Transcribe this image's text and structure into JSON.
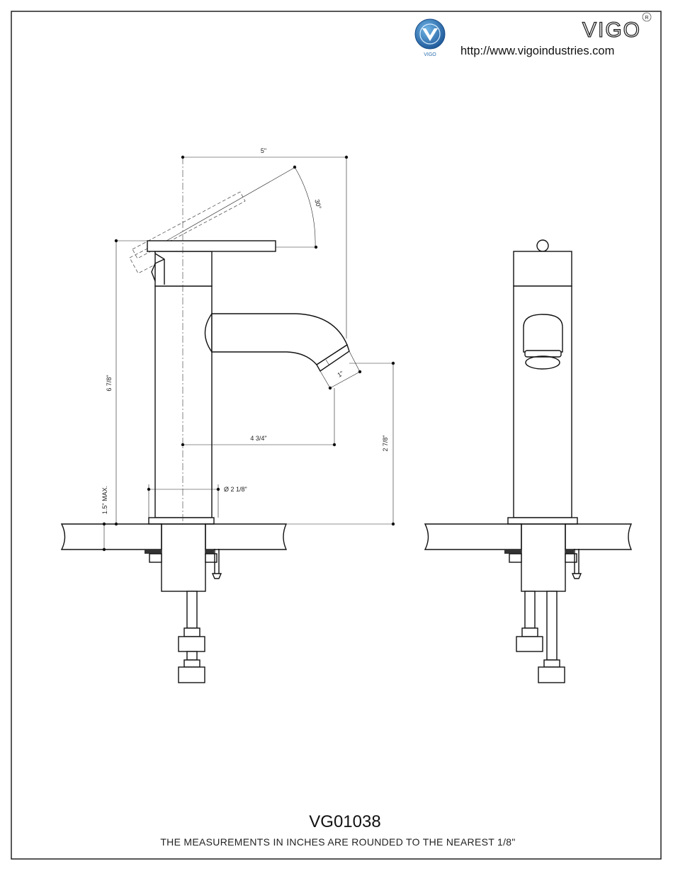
{
  "header": {
    "logo_caption": "VIGO",
    "brand": "VIGO",
    "registered_mark": "R",
    "url": "http://www.vigoindustries.com"
  },
  "icons": {
    "logo": "vigo-v-globe-icon",
    "registered": "registered-trademark-icon"
  },
  "dimensions": {
    "overall_width": "5\"",
    "handle_angle": "30°",
    "overall_height": "6 7/8\"",
    "spout_reach": "4 3/4\"",
    "aerator_diameter": "1\"",
    "spout_height": "2 7/8\"",
    "base_diameter": "Ø 2 1/8\"",
    "max_deck_thickness": "1.5\" MAX."
  },
  "footer": {
    "model": "VG01038",
    "note": "THE MEASUREMENTS IN INCHES ARE ROUNDED TO THE NEAREST 1/8\""
  },
  "colors": {
    "line": "#111111",
    "logo_blue": "#2a6db0"
  }
}
